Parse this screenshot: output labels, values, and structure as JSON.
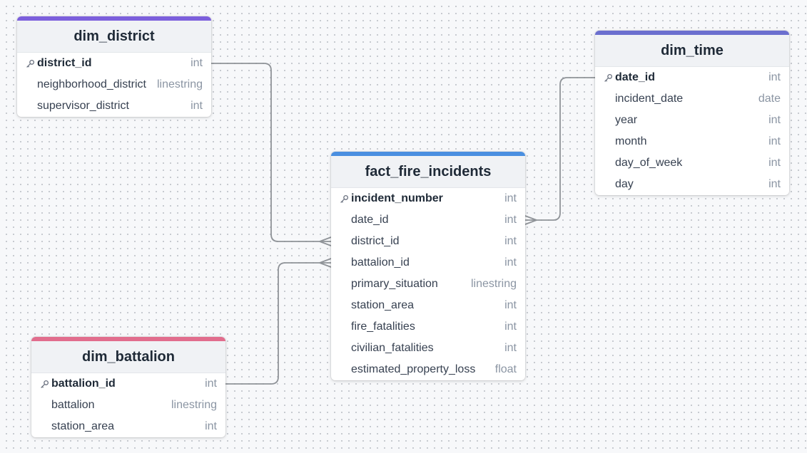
{
  "colors": {
    "dim_district": "#7c5fdc",
    "dim_time": "#6b6fcf",
    "fact_fire_incidents": "#4a8fe0",
    "dim_battalion": "#e16d8d",
    "edge": "#8f9398"
  },
  "tables": {
    "dim_district": {
      "name": "dim_district",
      "columns": [
        {
          "name": "district_id",
          "type": "int",
          "pk": true
        },
        {
          "name": "neighborhood_district",
          "type": "linestring",
          "pk": false
        },
        {
          "name": "supervisor_district",
          "type": "int",
          "pk": false
        }
      ]
    },
    "dim_time": {
      "name": "dim_time",
      "columns": [
        {
          "name": "date_id",
          "type": "int",
          "pk": true
        },
        {
          "name": "incident_date",
          "type": "date",
          "pk": false
        },
        {
          "name": "year",
          "type": "int",
          "pk": false
        },
        {
          "name": "month",
          "type": "int",
          "pk": false
        },
        {
          "name": "day_of_week",
          "type": "int",
          "pk": false
        },
        {
          "name": "day",
          "type": "int",
          "pk": false
        }
      ]
    },
    "fact_fire_incidents": {
      "name": "fact_fire_incidents",
      "columns": [
        {
          "name": "incident_number",
          "type": "int",
          "pk": true
        },
        {
          "name": "date_id",
          "type": "int",
          "pk": false
        },
        {
          "name": "district_id",
          "type": "int",
          "pk": false
        },
        {
          "name": "battalion_id",
          "type": "int",
          "pk": false
        },
        {
          "name": "primary_situation",
          "type": "linestring",
          "pk": false
        },
        {
          "name": "station_area",
          "type": "int",
          "pk": false
        },
        {
          "name": "fire_fatalities",
          "type": "int",
          "pk": false
        },
        {
          "name": "civilian_fatalities",
          "type": "int",
          "pk": false
        },
        {
          "name": "estimated_property_loss",
          "type": "float",
          "pk": false
        }
      ]
    },
    "dim_battalion": {
      "name": "dim_battalion",
      "columns": [
        {
          "name": "battalion_id",
          "type": "int",
          "pk": true
        },
        {
          "name": "battalion",
          "type": "linestring",
          "pk": false
        },
        {
          "name": "station_area",
          "type": "int",
          "pk": false
        }
      ]
    }
  },
  "relationships": [
    {
      "from_table": "dim_district",
      "from_column": "district_id",
      "to_table": "fact_fire_incidents",
      "to_column": "district_id",
      "cardinality": "one-to-many"
    },
    {
      "from_table": "dim_time",
      "from_column": "date_id",
      "to_table": "fact_fire_incidents",
      "to_column": "date_id",
      "cardinality": "one-to-many"
    },
    {
      "from_table": "dim_battalion",
      "from_column": "battalion_id",
      "to_table": "fact_fire_incidents",
      "to_column": "battalion_id",
      "cardinality": "one-to-many"
    }
  ]
}
